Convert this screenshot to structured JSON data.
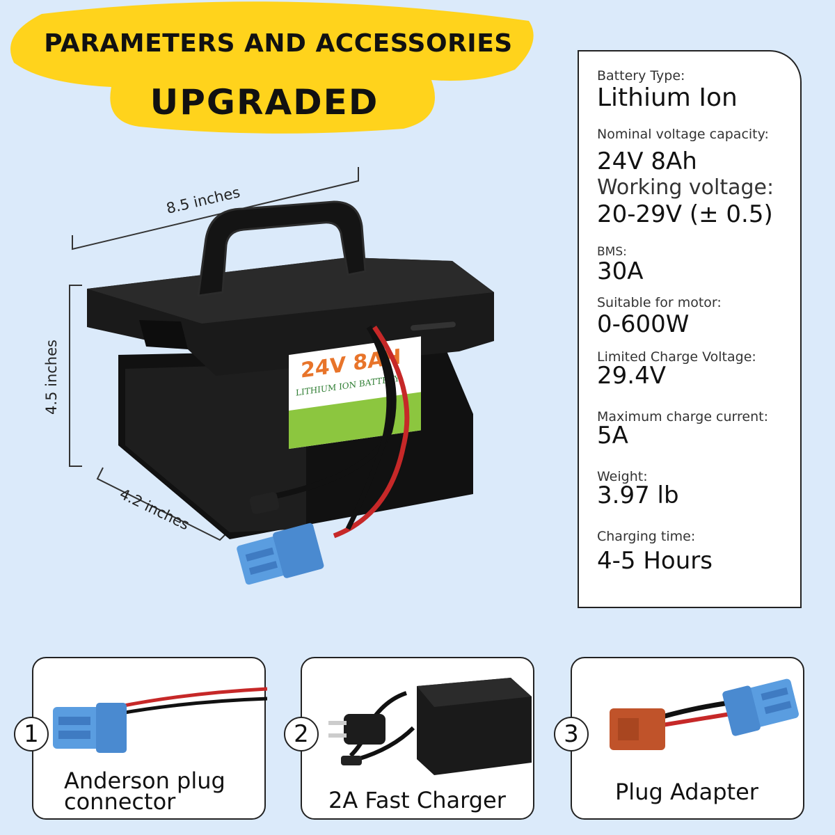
{
  "banner": {
    "line1": "PARAMETERS AND ACCESSORIES",
    "line2": "UPGRADED",
    "color": "#ffd31c"
  },
  "specs": [
    {
      "label": "Battery Type:",
      "value": "Lithium Ion"
    },
    {
      "label": "Nominal voltage capacity:",
      "value": "24V 8Ah"
    },
    {
      "label": "Working voltage:",
      "value": "20-29V (± 0.5)"
    },
    {
      "label": "BMS:",
      "value": "30A"
    },
    {
      "label": "Suitable for motor:",
      "value": "0-600W"
    },
    {
      "label": "Limited Charge Voltage:",
      "value": "29.4V"
    },
    {
      "label": "Maximum charge current:",
      "value": "5A"
    },
    {
      "label": "Weight:",
      "value": "3.97 lb"
    },
    {
      "label": "Charging time:",
      "value": "4-5 Hours"
    }
  ],
  "product": {
    "dimensions": {
      "width": "8.5 inches",
      "height": "4.5 inches",
      "depth": "4.2 inches"
    },
    "label_title": "24V 8AH",
    "label_subtitle": "LITHIUM ION BATTERY"
  },
  "accessories": [
    {
      "number": "1",
      "name_line1": "Anderson plug",
      "name_line2": "connector",
      "icon": "anderson-plug-icon"
    },
    {
      "number": "2",
      "name_line1": "2A Fast Charger",
      "icon": "charger-icon"
    },
    {
      "number": "3",
      "name_line1": "Plug Adapter",
      "icon": "plug-adapter-icon"
    }
  ],
  "colors": {
    "background": "#dbeafa",
    "battery": "#1b1b1b",
    "connector_blue": "#5a9de0",
    "adapter_orange": "#c0532a",
    "label_green": "#8cc63f",
    "label_orange": "#e8742a"
  }
}
